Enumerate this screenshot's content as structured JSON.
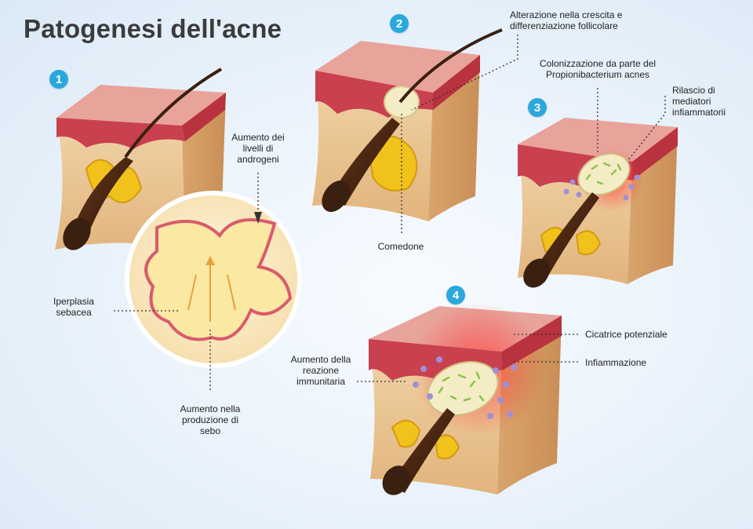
{
  "title": "Patogenesi dell'acne",
  "steps": [
    "1",
    "2",
    "3",
    "4"
  ],
  "labels": {
    "androgeni": "Aumento dei livelli di androgeni",
    "iperplasia": "Iperplasia sebacea",
    "sebo": "Aumento nella produzione di sebo",
    "alterazione": "Alterazione nella crescita e differenziazione follicolare",
    "comedone": "Comedone",
    "colonizzazione": "Colonizzazione da parte del Propionibacterium acnes",
    "rilascio": "Rilascio di mediatori infiammatorii",
    "cicatrice": "Cicatrice potenziale",
    "infiammazione": "Infiammazione",
    "immunitaria": "Aumento della reazione immunitaria"
  },
  "colors": {
    "badge": "#2aa8dc",
    "skin": "#e8c99a",
    "epidermis": "#c9404f",
    "sebum": "#f2c21c",
    "hair": "#3a2010",
    "inflammation": "#e0383a",
    "bacteria": "#8bc34a",
    "cells": "#9f8fd6"
  }
}
